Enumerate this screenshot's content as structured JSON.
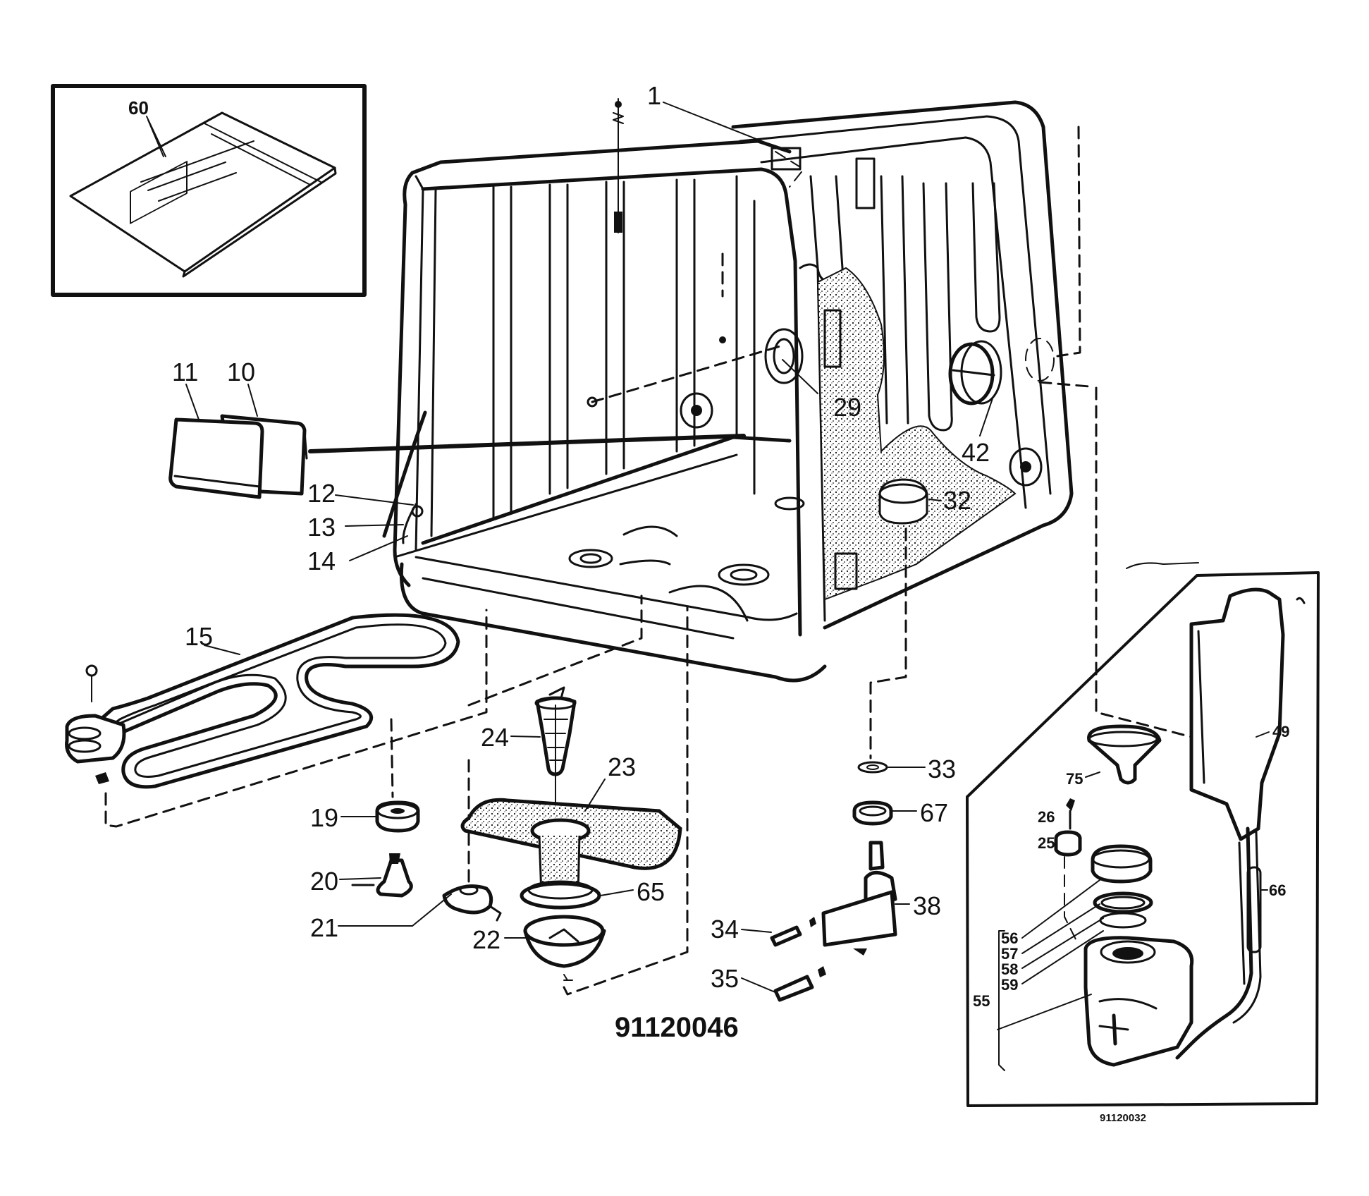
{
  "drawing_numbers": {
    "main": "91120046",
    "inset": "91120032"
  },
  "part_labels": {
    "p1": "1",
    "p10": "10",
    "p11": "11",
    "p12": "12",
    "p13": "13",
    "p14": "14",
    "p15": "15",
    "p19": "19",
    "p20": "20",
    "p21": "21",
    "p22": "22",
    "p23": "23",
    "p24": "24",
    "p29": "29",
    "p32": "32",
    "p33": "33",
    "p34": "34",
    "p35": "35",
    "p38": "38",
    "p42": "42",
    "p60": "60",
    "p65": "65",
    "p67": "67"
  },
  "inset_labels": {
    "p25": "25",
    "p26": "26",
    "p49": "49",
    "p55": "55",
    "p56": "56",
    "p57": "57",
    "p58": "58",
    "p59": "59",
    "p66": "66",
    "p75": "75"
  }
}
